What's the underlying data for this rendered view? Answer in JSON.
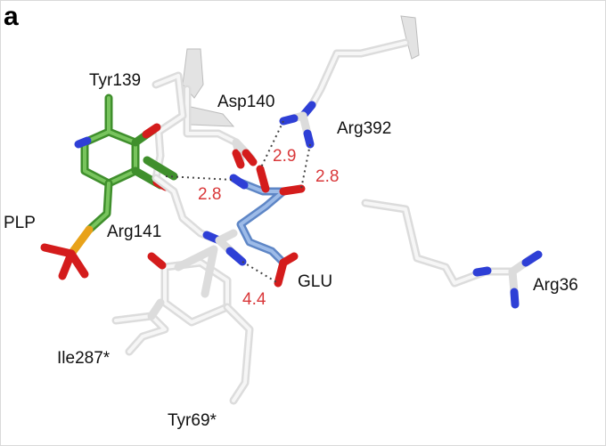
{
  "panel_label": "a",
  "colors": {
    "plp_carbon": "#3f8f2c",
    "glu_carbon": "#5e86c6",
    "protein_carbon": "#dcdcdc",
    "nitrogen": "#2e3fd6",
    "oxygen": "#d41c1c",
    "phosphorus": "#e8a21a",
    "distance_text": "#d9383a"
  },
  "residue_labels": {
    "tyr139": "Tyr139",
    "asp140": "Asp140",
    "arg392": "Arg392",
    "plp": "PLP",
    "arg141": "Arg141",
    "glu": "GLU",
    "arg36": "Arg36",
    "ile287": "Ile287*",
    "tyr69": "Tyr69*"
  },
  "distances": {
    "arg392_a": "2.9",
    "arg392_b": "2.8",
    "tyr139_glu": "2.8",
    "arg141_glu": "4.4"
  }
}
